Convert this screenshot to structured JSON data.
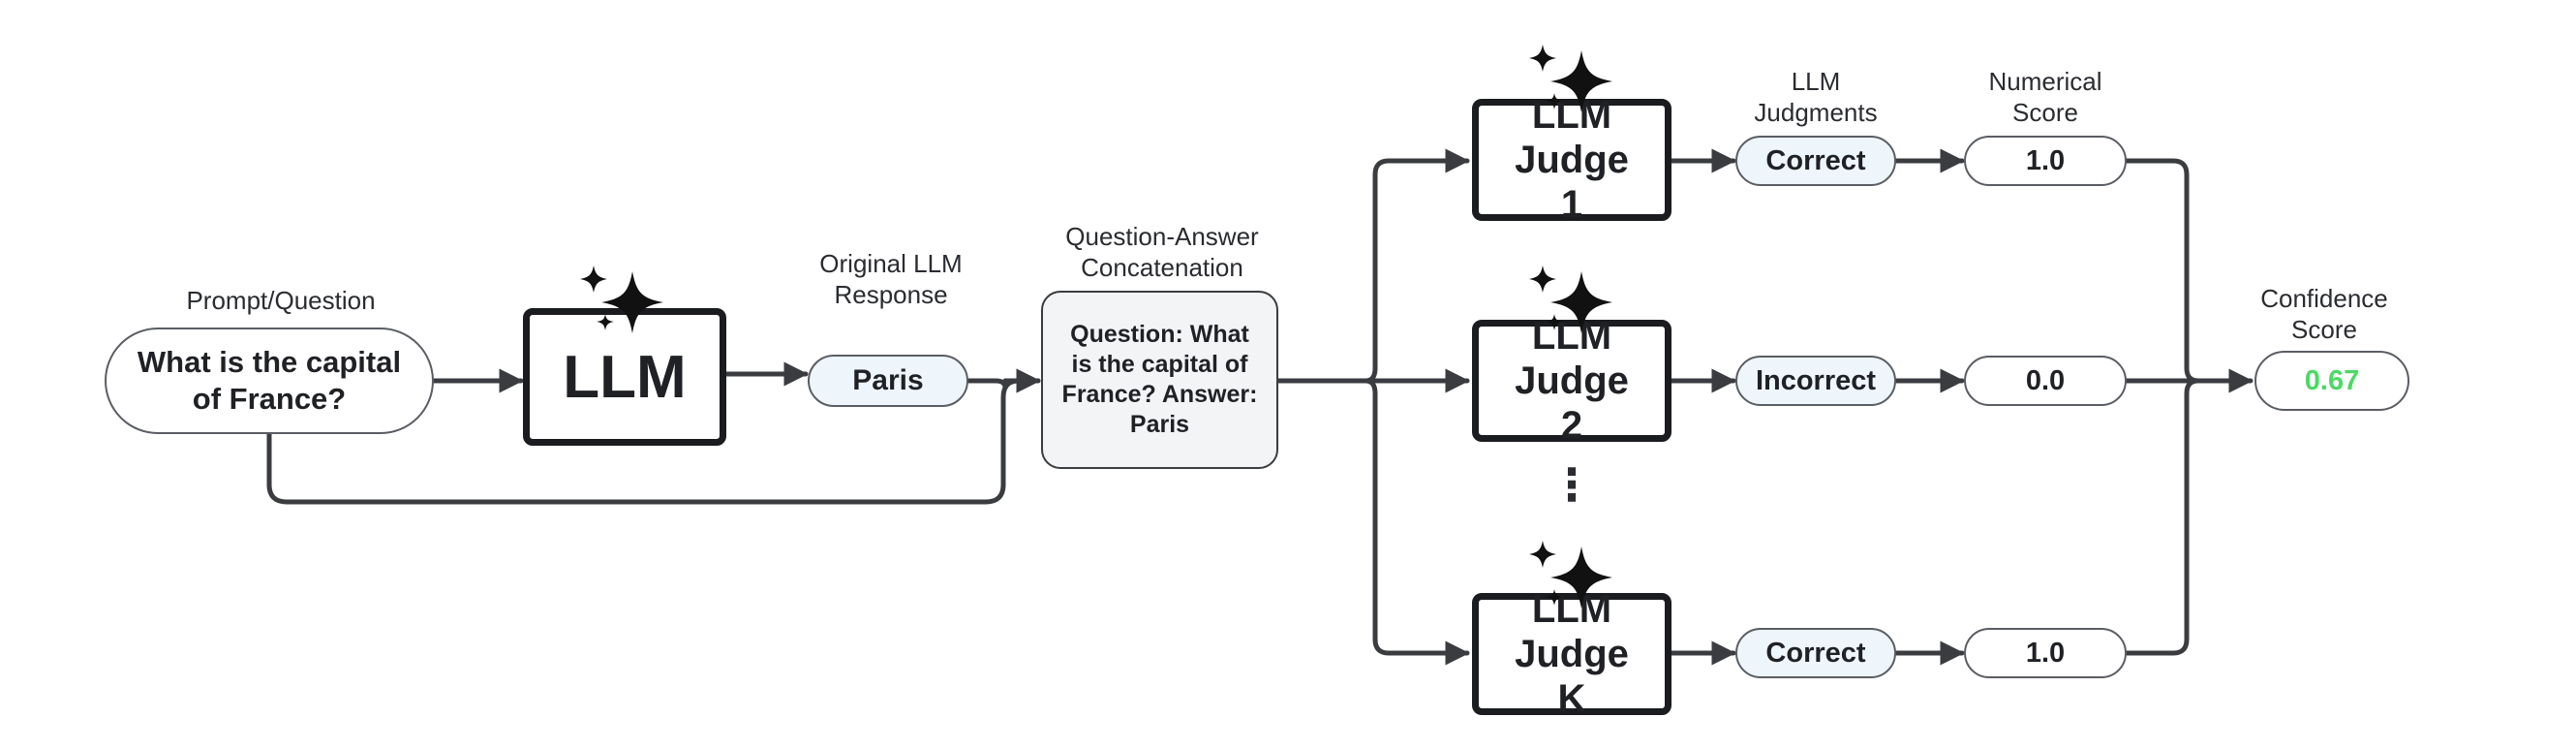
{
  "question": {
    "caption": "Prompt/Question",
    "text": "What is the capital of France?"
  },
  "llm": {
    "label": "LLM",
    "icon": "sparkle-icon"
  },
  "response": {
    "caption": "Original LLM Response",
    "text": "Paris"
  },
  "concat": {
    "caption": "Question-Answer Concatenation",
    "text": "Question: What is the capital of France? Answer: Paris"
  },
  "judgments_caption": "LLM Judgments",
  "scores_caption": "Numerical Score",
  "judges": [
    {
      "label": "LLM Judge 1",
      "judgment": "Correct",
      "score": "1.0"
    },
    {
      "label": "LLM Judge 2",
      "judgment": "Incorrect",
      "score": "0.0"
    },
    {
      "label": "LLM Judge K",
      "judgment": "Correct",
      "score": "1.0"
    }
  ],
  "ellipsis": "⋮",
  "confidence": {
    "caption": "Confidence Score",
    "value": "0.67",
    "value_color": "#4cd964"
  },
  "colors": {
    "stroke": "#3a3c40",
    "box_border": "#1b1c1f",
    "pill_fill_blue": "#eef6fc",
    "concat_fill": "#f2f4f6"
  }
}
